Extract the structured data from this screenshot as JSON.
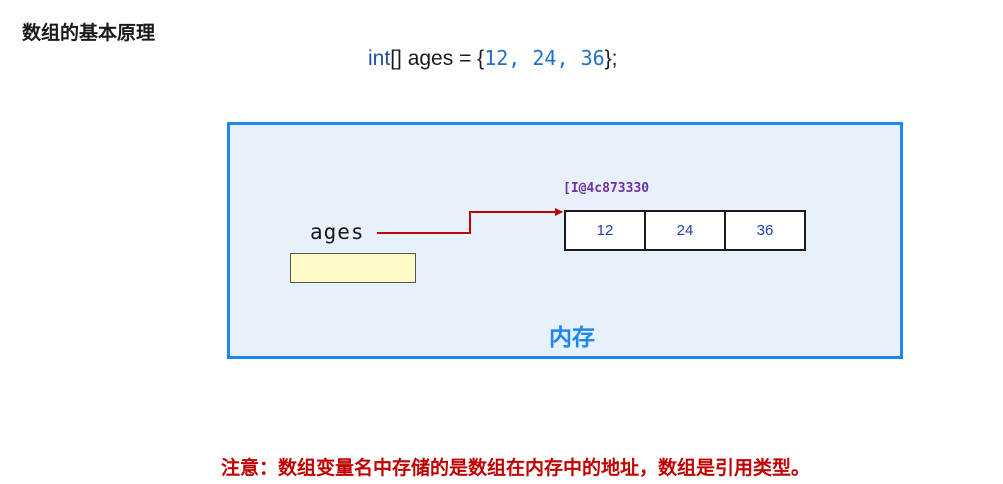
{
  "page_title": "数组的基本原理",
  "code": {
    "type_keyword": "int",
    "declaration_rest": "[] ages = {",
    "values": [
      "12",
      "24",
      "36"
    ],
    "separator": ", ",
    "closing": "};"
  },
  "memory": {
    "label": "内存",
    "variable_name": "ages",
    "array_address": "[I@4c873330",
    "array_cells": [
      "12",
      "24",
      "36"
    ]
  },
  "note": "注意：数组变量名中存储的是数组在内存中的地址，数组是引用类型。",
  "colors": {
    "memory_border": "#1e88f0",
    "memory_fill": "#e6f1fc",
    "variable_cell_fill": "#fdfcc8",
    "arrow": "#c00000",
    "address_text": "#7030a0",
    "note_text": "#c00000"
  }
}
